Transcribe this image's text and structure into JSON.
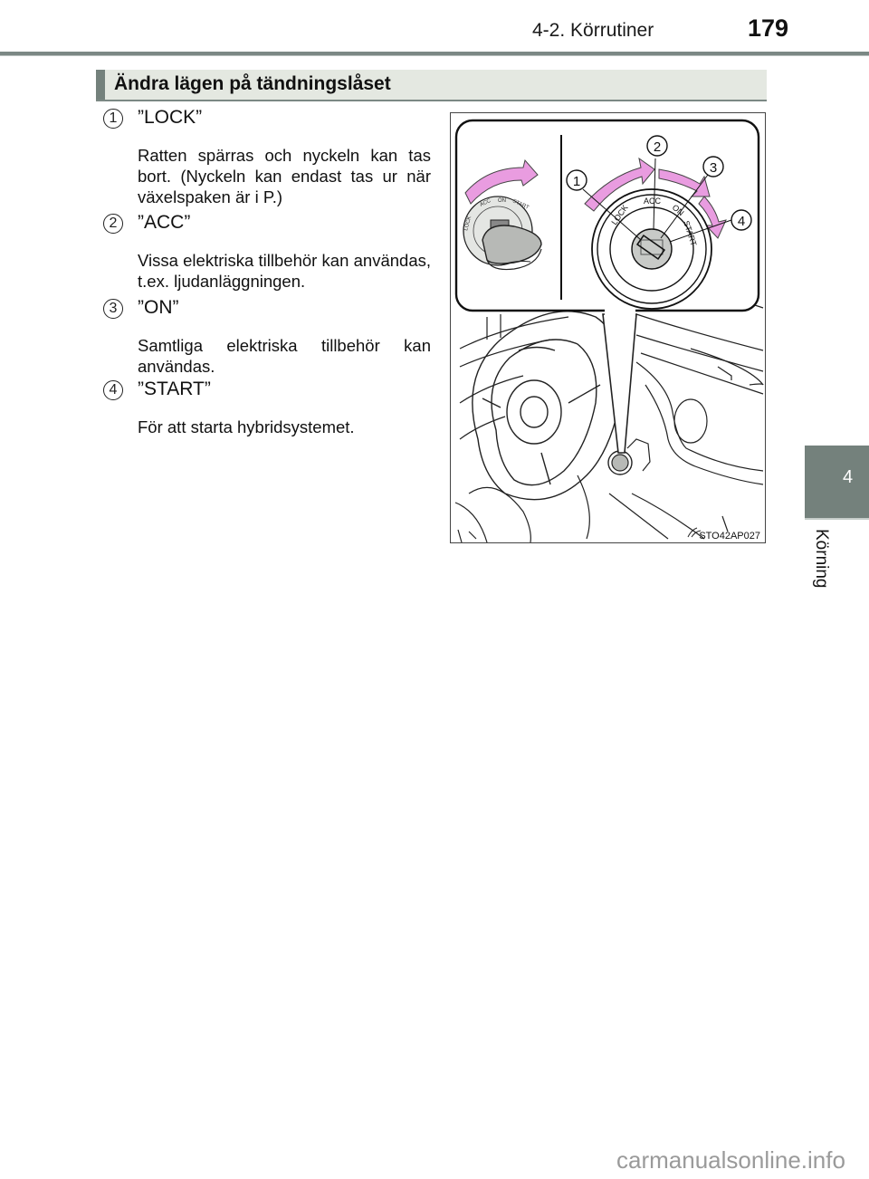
{
  "header": {
    "section": "4-2. Körrutiner",
    "page_number": "179"
  },
  "side_tab": {
    "chapter_number": "4",
    "chapter_title": "Körning"
  },
  "section_title": "Ändra lägen på tändningslåset",
  "items": [
    {
      "number": "1",
      "label": "”LOCK”",
      "description": "Ratten spärras och nyckeln kan tas bort. (Nyckeln kan endast tas ur när växelspaken är i P.)"
    },
    {
      "number": "2",
      "label": "”ACC”",
      "description": "Vissa elektriska tillbehör kan användas, t.ex. ljudanläggningen."
    },
    {
      "number": "3",
      "label": "”ON”",
      "description": "Samtliga elektriska tillbehör kan användas."
    },
    {
      "number": "4",
      "label": "”START”",
      "description": "För att starta hybridsystemet."
    }
  ],
  "figure": {
    "code": "STO42AP027",
    "dial_labels": {
      "lock": "LOCK",
      "acc": "ACC",
      "on": "ON",
      "start": "START"
    },
    "callouts": [
      "1",
      "2",
      "3",
      "4"
    ],
    "arrow_color": "#e99ce0",
    "key_color": "#b7b9b6"
  },
  "footer": {
    "watermark": "carmanualsonline.info"
  }
}
